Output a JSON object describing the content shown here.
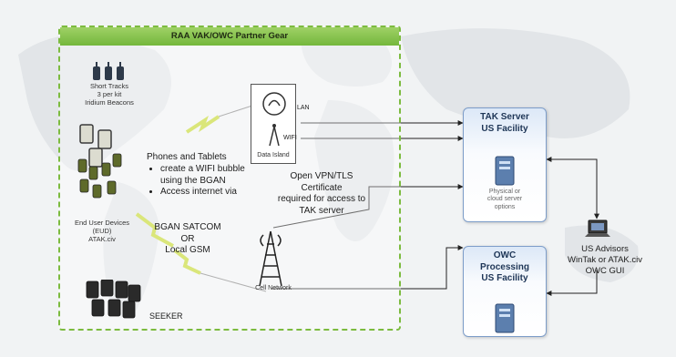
{
  "partner_box": {
    "title": "RAA VAK/OWC Partner Gear"
  },
  "beacons": {
    "label_line1": "Short Tracks",
    "label_line2": "3 per kit",
    "label_line3": "Iridium Beacons"
  },
  "devices": {
    "label_line1": "End User Devices",
    "label_line2": "(EUD)",
    "label_line3": "ATAK.civ"
  },
  "phones_text": {
    "heading": "Phones and Tablets",
    "bullets": [
      "create a WIFI bubble using the BGAN",
      "Access internet via"
    ],
    "bgan_line": "BGAN SATCOM",
    "or_line": "OR",
    "gsm_line": "Local GSM"
  },
  "seeker": {
    "label": "SEEKER"
  },
  "data_island": {
    "label": "Data Island",
    "lan_label": "LAN",
    "wifi_label": "WIFI"
  },
  "vpn_text": {
    "line1": "Open VPN/TLS",
    "line2": "Certificate",
    "line3": "required for access to",
    "line4": "TAK server"
  },
  "cell_network": {
    "label": "Cell Network"
  },
  "tak_server": {
    "title_line1": "TAK Server",
    "title_line2": "US Facility",
    "note_line1": "Physical or",
    "note_line2": "cloud server",
    "note_line3": "options"
  },
  "owc_server": {
    "title_line1": "OWC",
    "title_line2": "Processing",
    "title_line3": "US Facility"
  },
  "us_advisors": {
    "line1": "US Advisors",
    "line2": "WinTak or ATAK.civ",
    "line3": "OWC GUI"
  },
  "colors": {
    "partner_border": "#7cbb3f",
    "header_green": "#8cc653",
    "box_border": "#7d9dc9",
    "lightning": "#c6d934"
  }
}
